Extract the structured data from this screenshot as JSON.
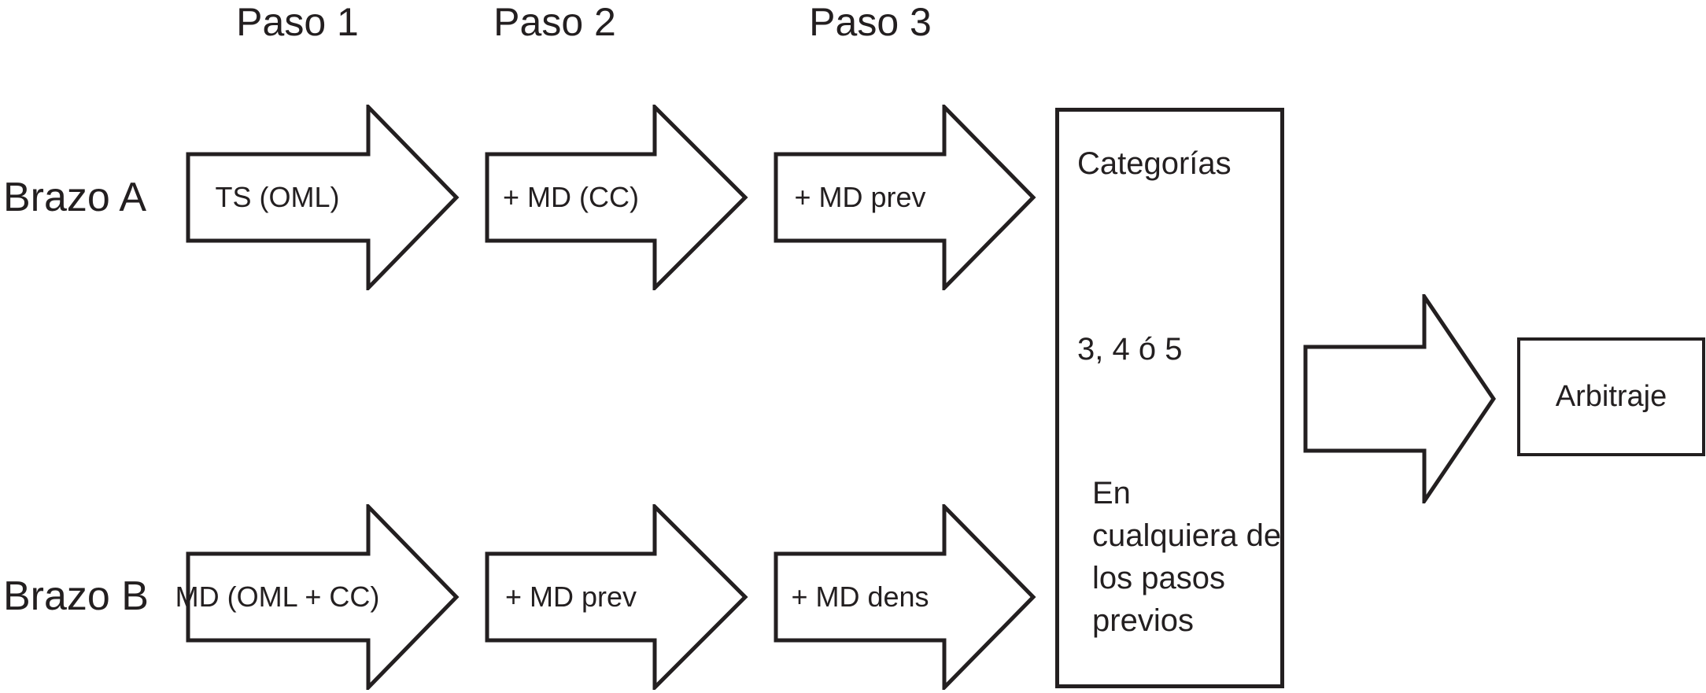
{
  "figure": {
    "background": "#ffffff",
    "stroke_color": "#231f20",
    "text_color": "#231f20",
    "step_labels": [
      "Paso 1",
      "Paso 2",
      "Paso 3"
    ],
    "arms": [
      {
        "label": "Brazo A",
        "steps": [
          "TS (OML)",
          "+ MD (CC)",
          "+ MD prev"
        ]
      },
      {
        "label": "Brazo B",
        "steps": [
          "MD (OML + CC)",
          "+ MD prev",
          "+ MD dens"
        ]
      }
    ],
    "categories_box": {
      "title": "Categorías",
      "values": "3, 4 ó 5",
      "note": "En cualquiera de los pasos previos"
    },
    "outcome_box": {
      "label": "Arbitraje"
    }
  }
}
